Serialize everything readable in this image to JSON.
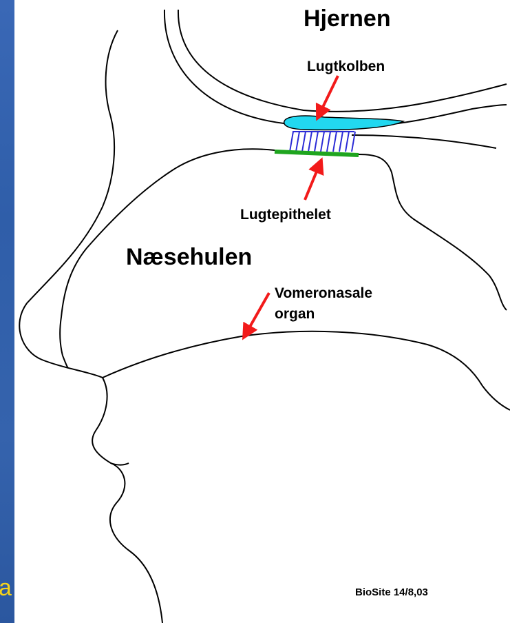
{
  "sidebar": {
    "cut_text": "a",
    "background_color": "#3163ad",
    "text_color": "#f5d21a"
  },
  "diagram": {
    "labels": {
      "brain": "Hjernen",
      "olfactory_bulb": "Lugtkolben",
      "olfactory_epithelium": "Lugtepithelet",
      "nasal_cavity": "Næsehulen",
      "vomeronasal_line1": "Vomeronasale",
      "vomeronasal_line2": "organ",
      "credit": "BioSite 14/8,03"
    },
    "colors": {
      "outline": "#000000",
      "olfactory_bulb": "#22d8f0",
      "nerve_fibers": "#2b2bd6",
      "epithelium": "#1fa51f",
      "arrow": "#f21a1a"
    }
  }
}
